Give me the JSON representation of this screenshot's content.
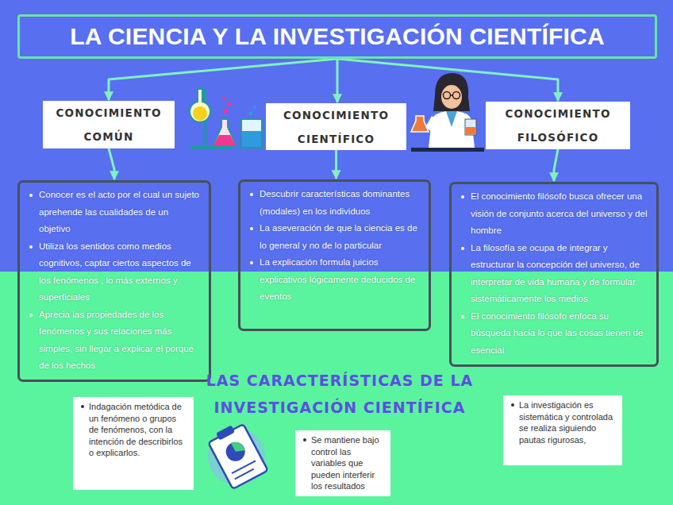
{
  "diagram": {
    "nodes": [
      {
        "text": [
          "LA CIENCIA Y LA INVESTIGACIÓN CIENTÍFICA"
        ]
      },
      {
        "text": [
          "CONOCIMIENTO COMÚN"
        ]
      },
      {
        "text": [
          "CONOCIMIENTO CIENTÍFICO"
        ]
      },
      {
        "text": [
          "CONOCIMIENTO FILOSÓFICO"
        ]
      },
      {
        "text": [
          "Conocer es el acto por el cual un sujeto aprehende las cualidades de un objetivo",
          "Utiliza los sentidos como medios cognitivos, captar ciertos aspectos de los fenómenos , lo más externos y superficiales",
          "Aprecia las propiedades de los fenómenos y sus relaciones más simples, sin llegar a explicar el porque de los hechos"
        ]
      },
      {
        "text": [
          "Descubrir características dominantes (modales) en los individuos",
          "La aseveración de que la ciencia es de lo general y no de lo particular",
          "La explicación formula juicios explicativos lógicamente deducidos de eventos"
        ]
      },
      {
        "text": [
          "El conocimiento filósofo busca ofrecer una visión de conjunto acerca del universo y del hombre",
          "La filosofía se ocupa de integrar y estructurar la concepción del universo, de interpretar de vida humana y de formular sistemáticamente los medios",
          "El conocimiento filósofo enfoca su búsqueda hacia lo que las cosas tienen de esencial"
        ]
      },
      {
        "text": [
          "Indagación metódica de un fenómeno o grupos de fenómenos, con la intención de describirlos o explicarlos."
        ]
      },
      {
        "text": [
          "Se mantiene bajo control las variables que pueden interferir los resultados"
        ]
      },
      {
        "text": [
          "La investigación es sistemática y controlada se realiza siguiendo pautas rigurosas,"
        ]
      }
    ],
    "edges": [
      {
        "from": 0,
        "to": 1,
        "arrow": "to"
      },
      {
        "from": 0,
        "to": 2,
        "arrow": "to"
      },
      {
        "from": 0,
        "to": 3,
        "arrow": "to"
      },
      {
        "from": 1,
        "to": 4,
        "arrow": "to"
      },
      {
        "from": 2,
        "to": 5,
        "arrow": "to"
      },
      {
        "from": 3,
        "to": 6,
        "arrow": "to"
      }
    ],
    "labels": [
      "LAS CARACTERÍSTICAS DE LA INVESTIGACIÓN CIENTÍFICA"
    ]
  }
}
